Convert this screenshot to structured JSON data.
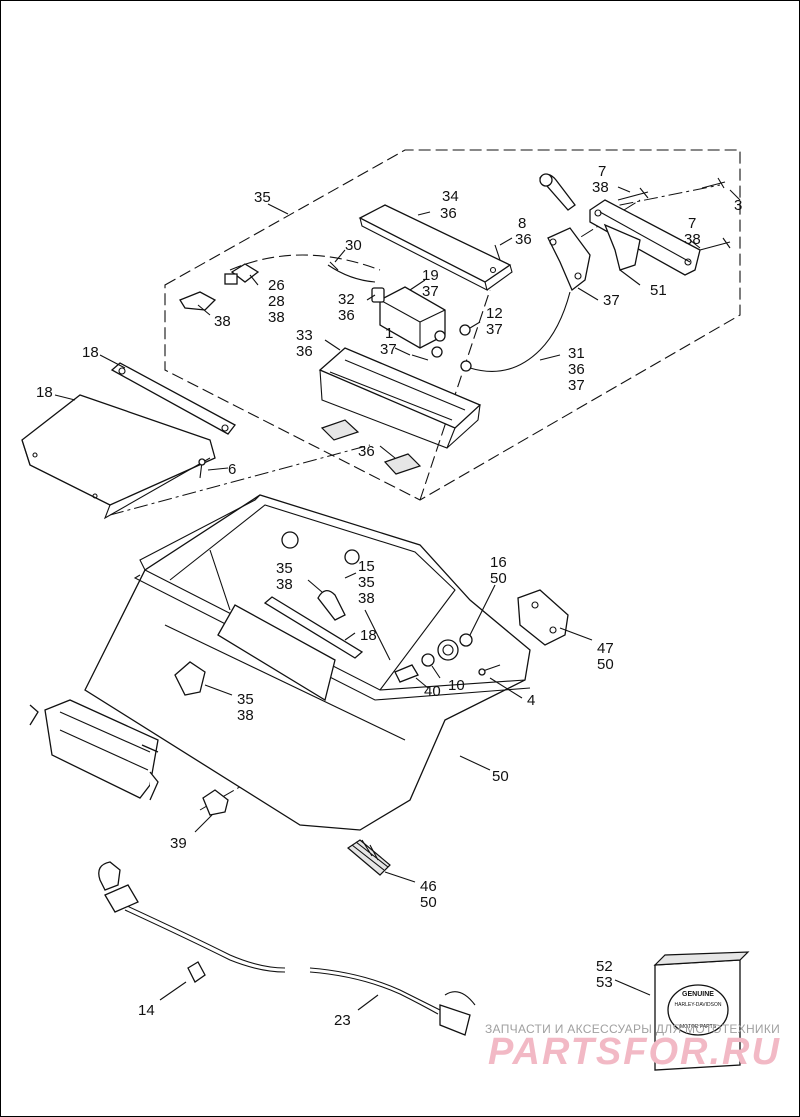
{
  "callouts": [
    {
      "id": "c-35a",
      "text": "35"
    },
    {
      "id": "c-34",
      "text": "34"
    },
    {
      "id": "c-36a",
      "text": "36"
    },
    {
      "id": "c-7a",
      "text": "7"
    },
    {
      "id": "c-38a",
      "text": "38"
    },
    {
      "id": "c-3",
      "text": "3"
    },
    {
      "id": "c-8",
      "text": "8"
    },
    {
      "id": "c-36b",
      "text": "36"
    },
    {
      "id": "c-7b",
      "text": "7"
    },
    {
      "id": "c-38b",
      "text": "38"
    },
    {
      "id": "c-30",
      "text": "30"
    },
    {
      "id": "c-26",
      "text": "26"
    },
    {
      "id": "c-28",
      "text": "28"
    },
    {
      "id": "c-38c",
      "text": "38"
    },
    {
      "id": "c-19",
      "text": "19"
    },
    {
      "id": "c-37a",
      "text": "37"
    },
    {
      "id": "c-32",
      "text": "32"
    },
    {
      "id": "c-36c",
      "text": "36"
    },
    {
      "id": "c-51",
      "text": "51"
    },
    {
      "id": "c-37b",
      "text": "37"
    },
    {
      "id": "c-38d",
      "text": "38"
    },
    {
      "id": "c-12",
      "text": "12"
    },
    {
      "id": "c-37c",
      "text": "37"
    },
    {
      "id": "c-33",
      "text": "33"
    },
    {
      "id": "c-36d",
      "text": "36"
    },
    {
      "id": "c-1",
      "text": "1"
    },
    {
      "id": "c-37d",
      "text": "37"
    },
    {
      "id": "c-31",
      "text": "31"
    },
    {
      "id": "c-36e",
      "text": "36"
    },
    {
      "id": "c-37e",
      "text": "37"
    },
    {
      "id": "c-18a",
      "text": "18"
    },
    {
      "id": "c-18b",
      "text": "18"
    },
    {
      "id": "c-36f",
      "text": "36"
    },
    {
      "id": "c-6",
      "text": "6"
    },
    {
      "id": "c-16",
      "text": "16"
    },
    {
      "id": "c-50a",
      "text": "50"
    },
    {
      "id": "c-35b",
      "text": "35"
    },
    {
      "id": "c-38e",
      "text": "38"
    },
    {
      "id": "c-15",
      "text": "15"
    },
    {
      "id": "c-35c",
      "text": "35"
    },
    {
      "id": "c-38f",
      "text": "38"
    },
    {
      "id": "c-47",
      "text": "47"
    },
    {
      "id": "c-50b",
      "text": "50"
    },
    {
      "id": "c-18c",
      "text": "18"
    },
    {
      "id": "c-40",
      "text": "40"
    },
    {
      "id": "c-10",
      "text": "10"
    },
    {
      "id": "c-4",
      "text": "4"
    },
    {
      "id": "c-35d",
      "text": "35"
    },
    {
      "id": "c-38g",
      "text": "38"
    },
    {
      "id": "c-50c",
      "text": "50"
    },
    {
      "id": "c-39",
      "text": "39"
    },
    {
      "id": "c-46",
      "text": "46"
    },
    {
      "id": "c-50d",
      "text": "50"
    },
    {
      "id": "c-52",
      "text": "52"
    },
    {
      "id": "c-53",
      "text": "53"
    },
    {
      "id": "c-14",
      "text": "14"
    },
    {
      "id": "c-23",
      "text": "23"
    }
  ],
  "badge": {
    "line1": "GENUINE",
    "line2": "HARLEY-DAVIDSON",
    "line3": "MOTOR PARTS"
  },
  "watermark": {
    "text": "ЗАПЧАСТИ И АКСЕССУАРЫ ДЛЯ МОТОТЕХНИКИ",
    "brand": "PARTSFOR.RU"
  },
  "colors": {
    "ink": "#111111",
    "watermark_brand": "#f2b9c5",
    "watermark_text": "#a0a0a0"
  }
}
